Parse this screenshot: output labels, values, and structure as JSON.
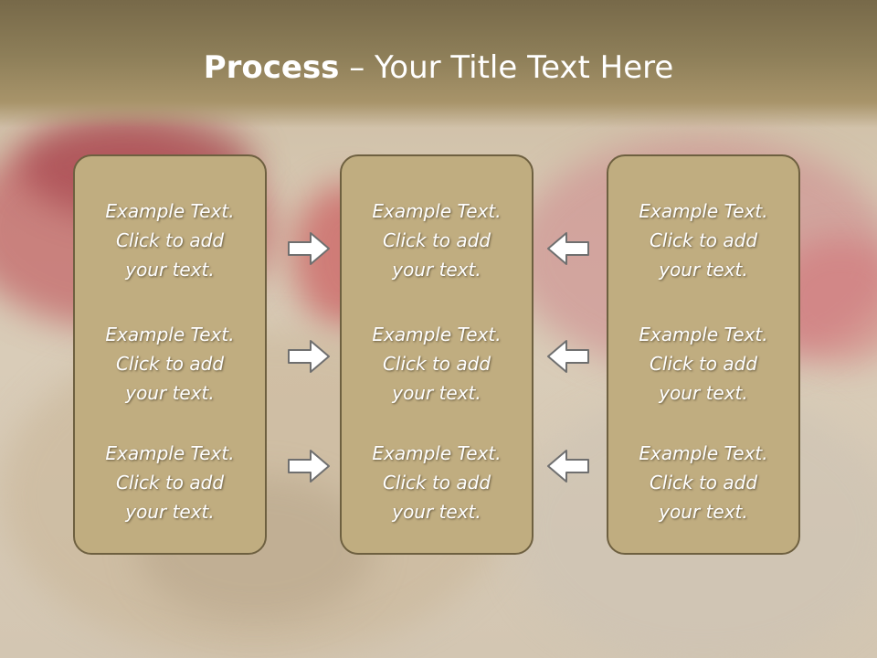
{
  "slide": {
    "title_bold": "Process",
    "title_rest": " – Your Title Text Here"
  },
  "columns": [
    {
      "items": [
        {
          "line1": "Example Text.",
          "line2": "Click  to add",
          "line3": "your text."
        },
        {
          "line1": "Example Text.",
          "line2": "Click  to add",
          "line3": "your text."
        },
        {
          "line1": "Example Text.",
          "line2": "Click  to add",
          "line3": "your text."
        }
      ]
    },
    {
      "items": [
        {
          "line1": "Example Text.",
          "line2": "Click  to add",
          "line3": "your text."
        },
        {
          "line1": "Example Text.",
          "line2": "Click  to add",
          "line3": "your text."
        },
        {
          "line1": "Example Text.",
          "line2": "Click  to add",
          "line3": "your text."
        }
      ]
    },
    {
      "items": [
        {
          "line1": "Example Text.",
          "line2": "Click  to add",
          "line3": "your text."
        },
        {
          "line1": "Example Text.",
          "line2": "Click  to add",
          "line3": "your text."
        },
        {
          "line1": "Example Text.",
          "line2": "Click  to add",
          "line3": "your text."
        }
      ]
    }
  ],
  "arrows": {
    "left_column": [
      "arrow-right-icon",
      "arrow-right-icon",
      "arrow-right-icon"
    ],
    "right_column": [
      "arrow-left-icon",
      "arrow-left-icon",
      "arrow-left-icon"
    ]
  },
  "colors": {
    "title_bar": "#8e7f59",
    "box_fill": "#c0ad80",
    "box_border": "#6e6040",
    "text": "#ffffff"
  }
}
